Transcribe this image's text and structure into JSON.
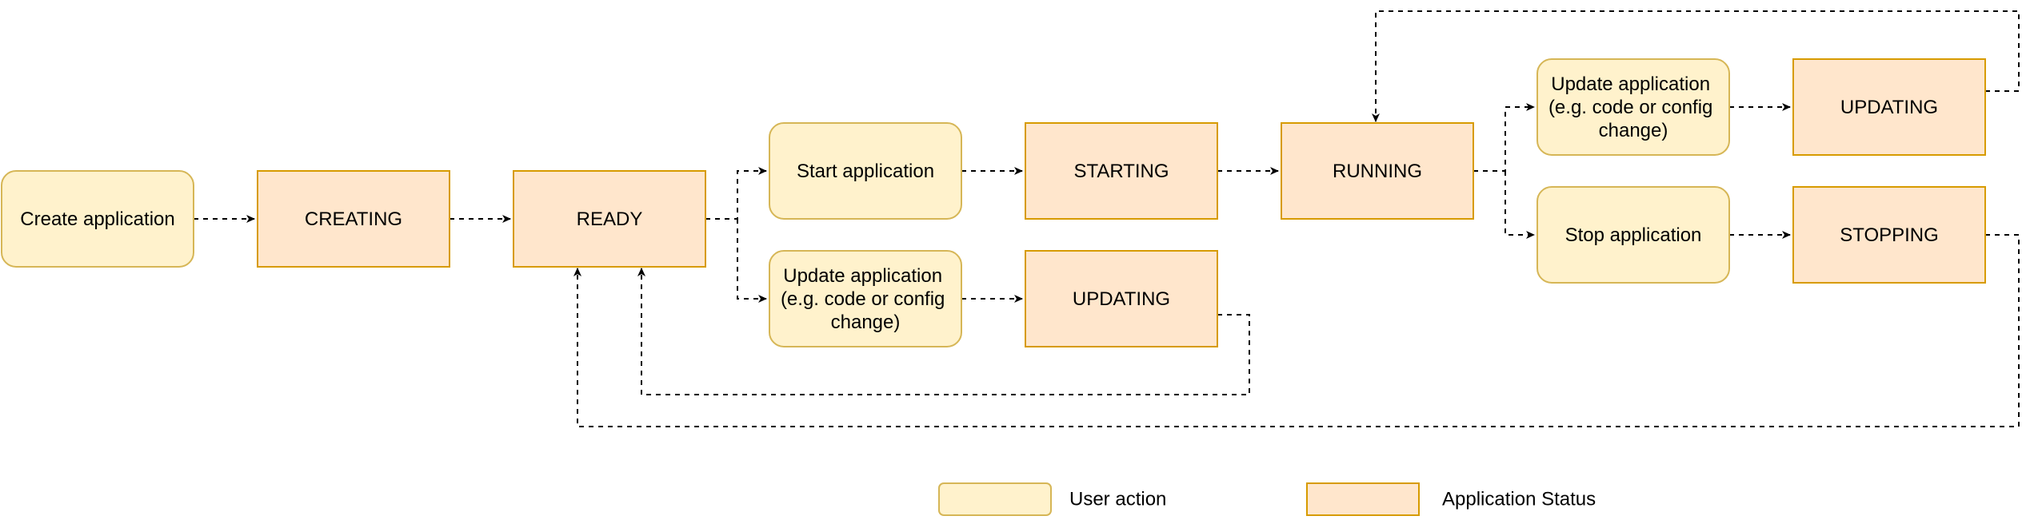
{
  "colors": {
    "user_action_fill": "#FFF2CC",
    "user_action_stroke": "#D6B656",
    "status_fill": "#FFE6CC",
    "status_stroke": "#D79B00",
    "edge": "#000000"
  },
  "nodes": {
    "create_app": [
      "Create application"
    ],
    "creating": [
      "CREATING"
    ],
    "ready": [
      "READY"
    ],
    "start_app": [
      "Start application"
    ],
    "starting": [
      "STARTING"
    ],
    "running": [
      "RUNNING"
    ],
    "update_app_1": [
      "Update application",
      "(e.g. code or config",
      "change)"
    ],
    "updating_1": [
      "UPDATING"
    ],
    "update_app_2": [
      "Update application",
      "(e.g. code or config",
      "change)"
    ],
    "updating_2": [
      "UPDATING"
    ],
    "stop_app": [
      "Stop application"
    ],
    "stopping": [
      "STOPPING"
    ]
  },
  "legend": {
    "user_action": "User action",
    "application_status": "Application Status"
  }
}
